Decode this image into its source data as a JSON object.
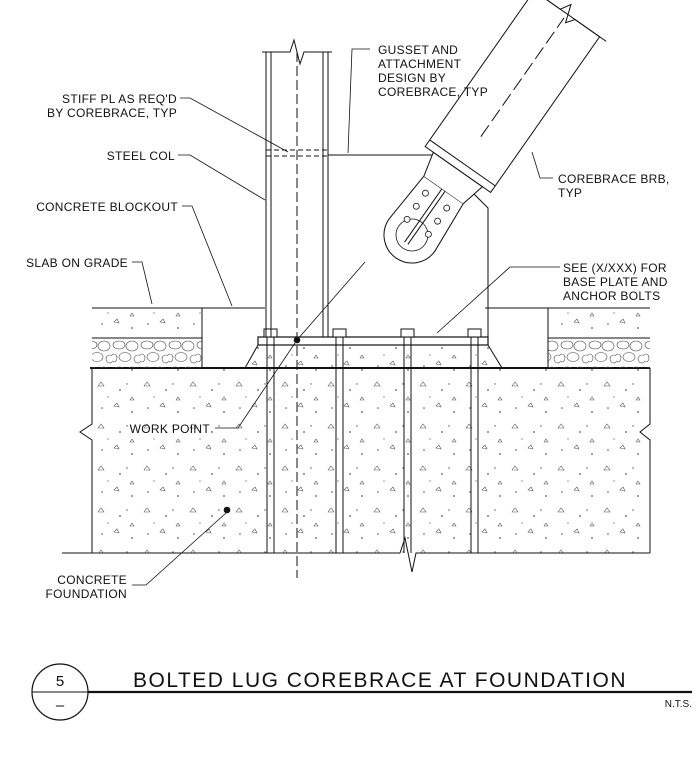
{
  "drawing": {
    "labels": {
      "gusset": [
        "GUSSET AND",
        "ATTACHMENT",
        "DESIGN BY",
        "COREBRACE, TYP"
      ],
      "stiff_pl": [
        "STIFF PL AS REQ'D",
        "BY COREBRACE, TYP"
      ],
      "steel_col": "STEEL COL",
      "concrete_blockout": "CONCRETE BLOCKOUT",
      "slab_on_grade": "SLAB ON GRADE",
      "corebrace_brb": [
        "COREBRACE BRB,",
        "TYP"
      ],
      "see_ref": [
        "SEE (X/XXX) FOR",
        "BASE PLATE AND",
        "ANCHOR BOLTS"
      ],
      "work_point": "WORK POINT",
      "concrete_foundation": [
        "CONCRETE",
        "FOUNDATION"
      ]
    },
    "title_block": {
      "number": "5",
      "sheet": "–",
      "title": "BOLTED LUG COREBRACE AT FOUNDATION",
      "scale": "N.T.S."
    }
  }
}
